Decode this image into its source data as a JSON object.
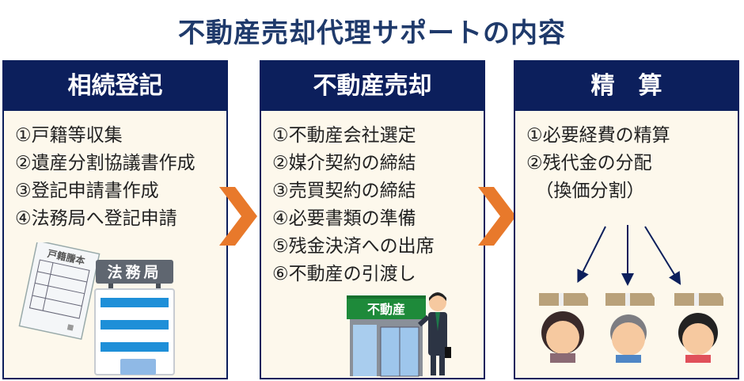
{
  "title": "不動産売却代理サポートの内容",
  "colors": {
    "navy": "#0c1f5c",
    "cream": "#fdf8ec",
    "orange": "#e8792b",
    "title": "#1f3a6b"
  },
  "steps": [
    {
      "heading": "相続登記",
      "items": [
        "①戸籍等収集",
        "②遺産分割協議書作成",
        "③登記申請書作成",
        "④法務局へ登記申請"
      ],
      "illustrations": {
        "document_label": "戸籍謄本",
        "building_sign": "法務局"
      }
    },
    {
      "heading": "不動産売却",
      "items": [
        "①不動産会社選定",
        "②媒介契約の締結",
        "③売買契約の締結",
        "④必要書類の準備",
        "⑤残金決済への出席",
        "⑥不動産の引渡し"
      ],
      "illustrations": {
        "shop_sign": "不動産"
      }
    },
    {
      "heading": "精　算",
      "items": [
        "①必要経費の精算",
        "②残代金の分配",
        "　（換価分割）"
      ]
    }
  ]
}
